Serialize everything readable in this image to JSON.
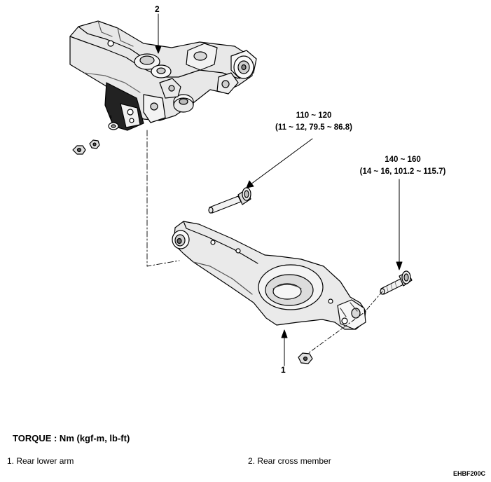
{
  "callouts": {
    "part1": "1",
    "part2": "2"
  },
  "torques": [
    {
      "value": "110 ~ 120",
      "alt": "(11 ~ 12, 79.5 ~ 86.8)"
    },
    {
      "value": "140 ~ 160",
      "alt": "(14 ~ 16, 101.2 ~ 115.7)"
    }
  ],
  "torque_heading": "TORQUE : Nm (kgf-m, lb-ft)",
  "legend": [
    "1. Rear lower arm",
    "2. Rear cross member"
  ],
  "figure_code": "EHBF200C"
}
